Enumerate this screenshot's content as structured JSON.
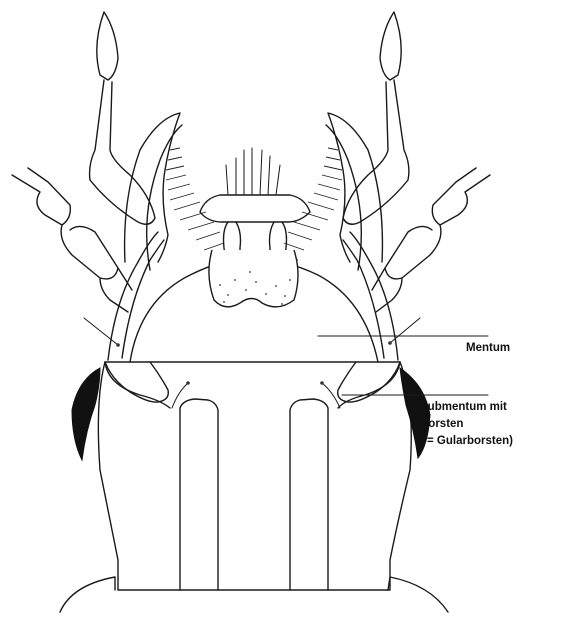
{
  "labels": {
    "mentum": "Mentum",
    "submentum_line1": "Submentum mit",
    "submentum_line2": "Borsten",
    "submentum_line3": "( = Gularborsten)"
  },
  "colors": {
    "ink": "#1a1a1a",
    "background": "#ffffff"
  }
}
